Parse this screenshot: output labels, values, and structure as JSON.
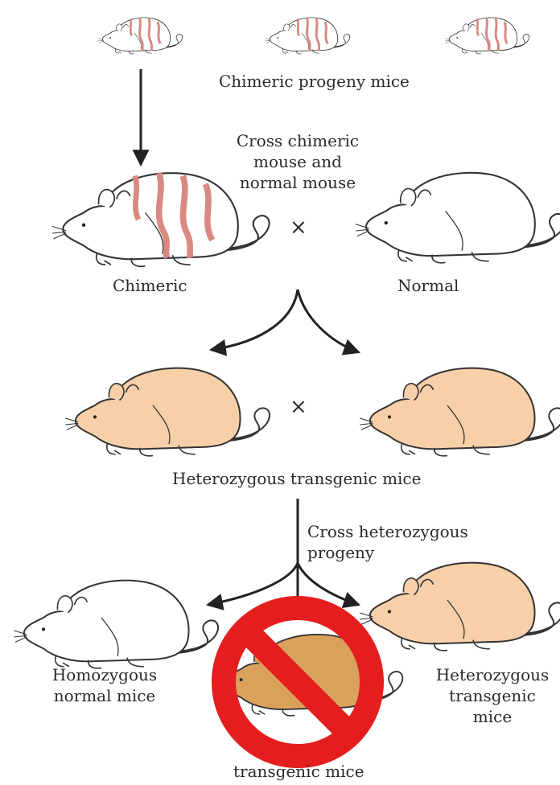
{
  "labels": {
    "chimeric_progeny": "Chimeric progeny mice",
    "cross_chimeric": "Cross chimeric\nmouse and\nnormal mouse",
    "chimeric": "Chimeric",
    "normal": "Normal",
    "heterozygous_mice": "Heterozygous transgenic mice",
    "cross_heterozygous": "Cross heterozygous\nprogeny",
    "homozygous_normal": "Homozygous\nnormal mice",
    "heterozygous_bottom": "Heterozygous\ntransgenic mice",
    "homozygous_transgenic_partial": "transgenic mice"
  },
  "symbols": {
    "cross": "×"
  },
  "colors": {
    "stripe": "#d98a80",
    "tan_fill": "#f7cfa8",
    "dark_tan_fill": "#d9a15b",
    "white_fill": "#ffffff",
    "outline": "#333333",
    "prohibition_red": "#e41e1e"
  },
  "icons": [
    "prohibition-sign-icon"
  ]
}
